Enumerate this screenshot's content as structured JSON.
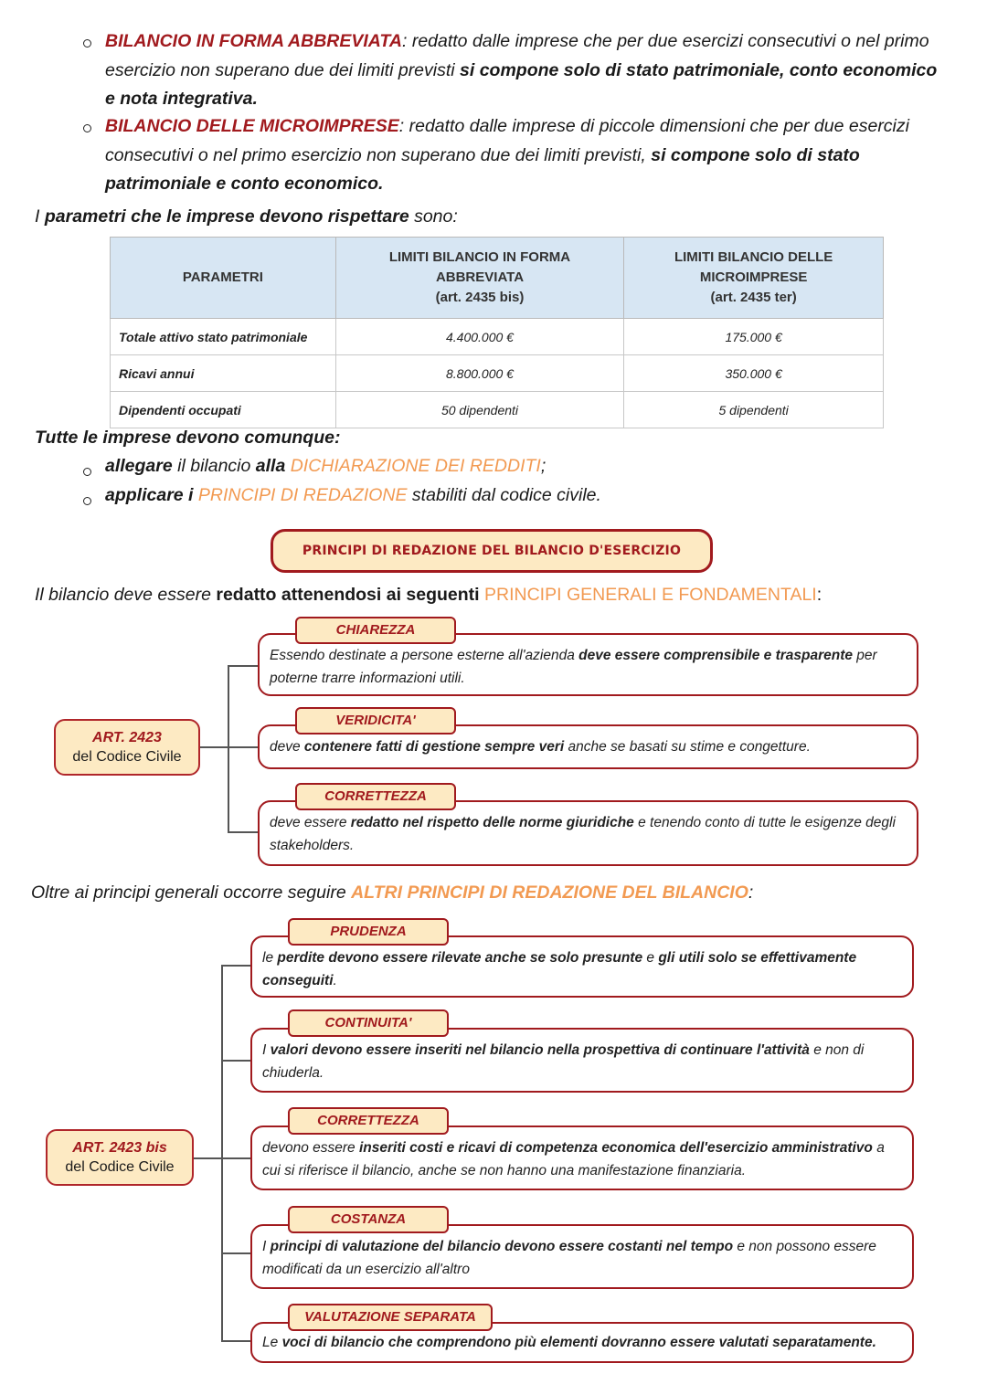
{
  "bullets": [
    {
      "title": "BILANCIO IN FORMA ABBREVIATA",
      "text1": ": redatto dalle imprese che per due esercizi consecutivi o nel primo esercizio non superano due dei limiti previsti ",
      "text2": "si compone solo di stato patrimoniale, conto economico e nota integrativa."
    },
    {
      "title": "BILANCIO DELLE MICROIMPRESE",
      "text1": ": redatto dalle imprese di piccole dimensioni che per due esercizi consecutivi o nel primo esercizio non superano due dei limiti previsti, ",
      "text2": "si compone solo di stato patrimoniale e conto economico."
    }
  ],
  "params_intro": {
    "pre": "I ",
    "bold": "parametri che le imprese devono rispettare",
    "post": " sono:"
  },
  "table": {
    "headers": [
      "PARAMETRI",
      "LIMITI BILANCIO IN FORMA\nABBREVIATA\n(art. 2435 bis)",
      "LIMITI BILANCIO DELLE\nMICROIMPRESE\n(art. 2435 ter)"
    ],
    "rows": [
      [
        "Totale attivo stato patrimoniale",
        "4.400.000 €",
        "175.000 €"
      ],
      [
        "Ricavi annui",
        "8.800.000 €",
        "350.000 €"
      ],
      [
        "Dipendenti occupati",
        "50 dipendenti",
        "5 dipendenti"
      ]
    ]
  },
  "obligations": {
    "intro": "Tutte le imprese devono comunque:",
    "items": [
      {
        "b1": "allegare",
        "t1": " il bilancio ",
        "b2": "alla",
        "t2": " ",
        "o": "DICHIARAZIONE DEI REDDITI",
        "end": ";"
      },
      {
        "b1": "applicare i",
        "t1": " ",
        "b2": "",
        "t2": "",
        "o": "PRINCIPI DI REDAZIONE",
        "end": " stabiliti dal codice civile."
      }
    ]
  },
  "banner": "PRINCIPI DI REDAZIONE DEL BILANCIO D'ESERCIZIO",
  "general": {
    "intro_pre": "Il bilancio deve essere ",
    "intro_bold": "redatto attenendosi ai seguenti",
    "intro_orange": " PRINCIPI GENERALI E FONDAMENTALI",
    "intro_end": ":",
    "art_title": "ART. 2423",
    "art_sub": "del Codice Civile",
    "items": [
      {
        "tag": "CHIAREZZA",
        "pre": "Essendo destinate a persone esterne all'azienda ",
        "bold": "deve essere comprensibile e trasparente",
        "post": " per poterne trarre informazioni utili."
      },
      {
        "tag": "VERIDICITA'",
        "pre": "deve ",
        "bold": "contenere fatti di gestione sempre veri",
        "post": " anche se basati su stime e congetture."
      },
      {
        "tag": "CORRETTEZZA",
        "pre": "deve essere ",
        "bold": "redatto nel rispetto delle norme giuridiche",
        "post": " e tenendo conto di tutte le esigenze degli stakeholders."
      }
    ]
  },
  "other": {
    "intro_pre": "Oltre ai principi generali occorre seguire ",
    "intro_orange": "ALTRI PRINCIPI DI REDAZIONE DEL BILANCIO",
    "intro_end": ":",
    "art_title": "ART. 2423 bis",
    "art_sub": "del Codice Civile",
    "items": [
      {
        "tag": "PRUDENZA",
        "pre": "le ",
        "bold": "perdite devono essere rilevate anche se solo presunte",
        "mid": " e ",
        "bold2": "gli utili solo se effettivamente conseguiti",
        "post": "."
      },
      {
        "tag": "CONTINUITA'",
        "pre": "I ",
        "bold": "valori devono essere inseriti nel bilancio nella prospettiva di continuare l'attività",
        "mid": " e non di chiuderla.",
        "bold2": "",
        "post": ""
      },
      {
        "tag": "CORRETTEZZA",
        "pre": "devono essere ",
        "bold": "inseriti costi e ricavi di competenza economica dell'esercizio amministrativo",
        "mid": " a cui si riferisce il bilancio, anche se non hanno una manifestazione finanziaria.",
        "bold2": "",
        "post": ""
      },
      {
        "tag": "COSTANZA",
        "pre": "I ",
        "bold": "principi di valutazione del bilancio devono essere costanti nel tempo",
        "mid": " e non possono essere modificati da un esercizio all'altro",
        "bold2": "",
        "post": ""
      },
      {
        "tag": "VALUTAZIONE  SEPARATA",
        "pre": "Le ",
        "bold": "voci di bilancio che comprendono più elementi dovranno essere valutati separatamente.",
        "mid": "",
        "bold2": "",
        "post": ""
      }
    ]
  }
}
